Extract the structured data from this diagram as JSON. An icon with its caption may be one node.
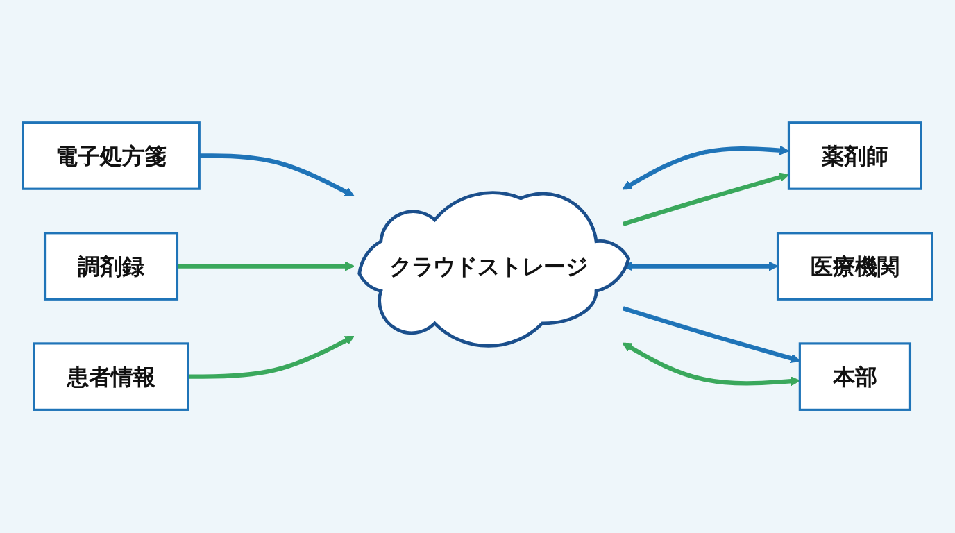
{
  "diagram": {
    "nodes": [
      {
        "text": [
          "電子処方箋"
        ]
      },
      {
        "text": [
          "調剤録"
        ]
      },
      {
        "text": [
          "患者情報"
        ]
      },
      {
        "text": [
          "クラウドストレージ"
        ]
      },
      {
        "text": [
          "薬剤師"
        ]
      },
      {
        "text": [
          "医療機関"
        ]
      },
      {
        "text": [
          "本部"
        ]
      }
    ],
    "edges": [
      {
        "from": 0,
        "to": 3,
        "arrow": "to"
      },
      {
        "from": 1,
        "to": 3,
        "arrow": "to",
        "color": "#3aa85c"
      },
      {
        "from": 2,
        "to": 3,
        "arrow": "to",
        "color": "#3aa85c"
      },
      {
        "from": 3,
        "to": 4,
        "arrow": "both"
      },
      {
        "from": 3,
        "to": 4,
        "arrow": "to",
        "color": "#3aa85c"
      },
      {
        "from": 3,
        "to": 5,
        "arrow": "both"
      },
      {
        "from": 3,
        "to": 6,
        "arrow": "to"
      },
      {
        "from": 3,
        "to": 6,
        "arrow": "both",
        "color": "#3aa85c"
      }
    ]
  }
}
